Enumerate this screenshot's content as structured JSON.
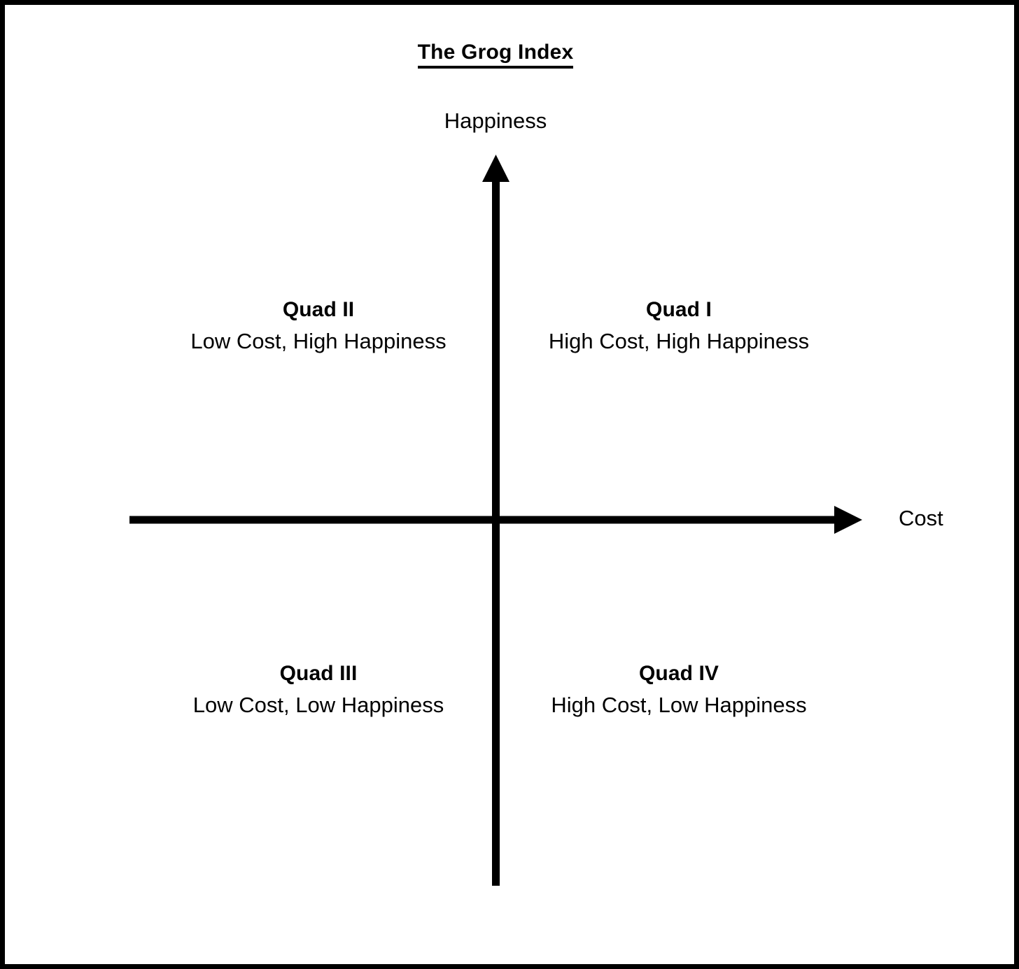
{
  "chart_data": {
    "type": "scatter",
    "subtype": "quadrant-matrix",
    "title": "The Grog Index",
    "xlabel": "Cost",
    "ylabel": "Happiness",
    "grid": false,
    "legend": "none",
    "axes": {
      "x": {
        "label": "Cost",
        "direction": "increasing-right",
        "arrow": true,
        "origin_centered": true
      },
      "y": {
        "label": "Happiness",
        "direction": "increasing-up",
        "arrow": true,
        "origin_centered": true
      }
    },
    "quadrants": [
      {
        "id": "quad-1",
        "name": "Quad I",
        "description": "High Cost, High Happiness",
        "position": "top-right",
        "x": "high",
        "y": "high"
      },
      {
        "id": "quad-2",
        "name": "Quad II",
        "description": "Low Cost, High Happiness",
        "position": "top-left",
        "x": "low",
        "y": "high"
      },
      {
        "id": "quad-3",
        "name": "Quad III",
        "description": "Low Cost, Low Happiness",
        "position": "bottom-left",
        "x": "low",
        "y": "low"
      },
      {
        "id": "quad-4",
        "name": "Quad IV",
        "description": "High Cost, Low Happiness",
        "position": "bottom-right",
        "x": "high",
        "y": "low"
      }
    ],
    "data_points": [],
    "colors": {
      "background": "#ffffff",
      "foreground": "#000000",
      "border": "#000000"
    }
  },
  "figure": {
    "title": "The Grog Index",
    "y_axis_label": "Happiness",
    "x_axis_label": "Cost"
  },
  "quadrants": {
    "q1": {
      "title": "Quad I",
      "desc": "High Cost, High Happiness"
    },
    "q2": {
      "title": "Quad II",
      "desc": "Low Cost, High Happiness"
    },
    "q3": {
      "title": "Quad III",
      "desc": "Low Cost, Low Happiness"
    },
    "q4": {
      "title": "Quad IV",
      "desc": "High Cost, Low Happiness"
    }
  }
}
